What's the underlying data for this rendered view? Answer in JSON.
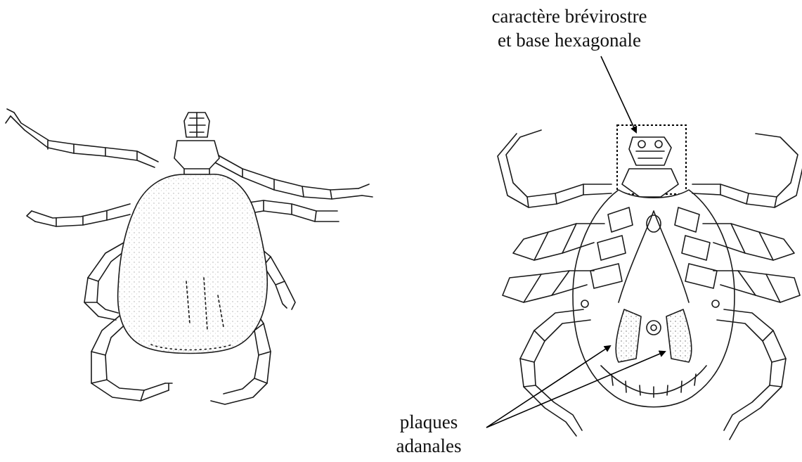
{
  "figure": {
    "annotations": {
      "rostrum": {
        "lines": [
          "caractère brévirostre",
          "et base hexagonale"
        ]
      },
      "adanal": {
        "lines": [
          "plaques",
          "adanales"
        ]
      }
    },
    "colors": {
      "ink": "#1a1a1a",
      "background": "#ffffff",
      "stipple": "#555555"
    }
  }
}
